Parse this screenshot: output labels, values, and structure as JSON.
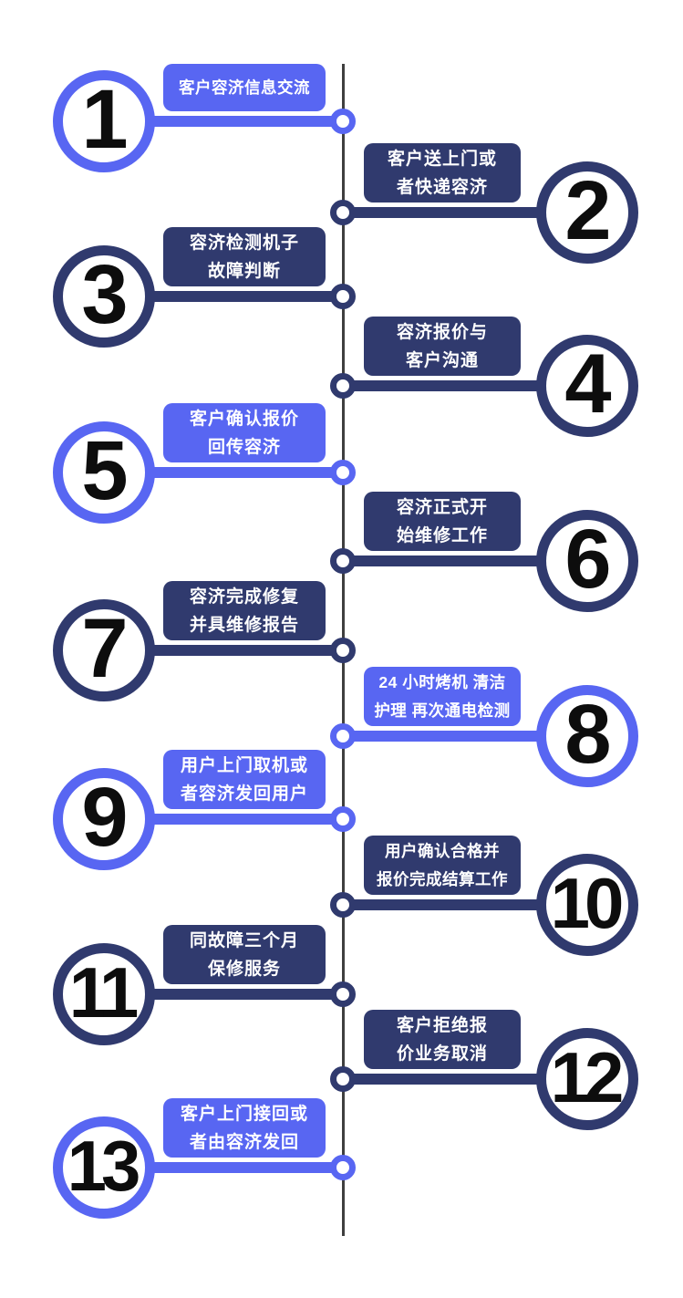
{
  "diagram": {
    "kind": "vertical-timeline-flowchart",
    "steps_total": 13
  },
  "palette": {
    "accent_light": "#5866F2",
    "accent_dark": "#303A6E",
    "timeline_line": "#3F3F3F",
    "number_color": "#0D0D0D",
    "label_text": "#FFFFFF",
    "background": "#FFFFFF"
  },
  "steps": [
    {
      "number": "1",
      "variant": "light",
      "side": "left",
      "lines": [
        "客户容济信息交流"
      ]
    },
    {
      "number": "2",
      "variant": "dark",
      "side": "right",
      "lines": [
        "客户送上门或",
        "者快递容济"
      ]
    },
    {
      "number": "3",
      "variant": "dark",
      "side": "left",
      "lines": [
        "容济检测机子",
        "故障判断"
      ]
    },
    {
      "number": "4",
      "variant": "dark",
      "side": "right",
      "lines": [
        "容济报价与",
        "客户沟通"
      ]
    },
    {
      "number": "5",
      "variant": "light",
      "side": "left",
      "lines": [
        "客户确认报价",
        "回传容济"
      ]
    },
    {
      "number": "6",
      "variant": "dark",
      "side": "right",
      "lines": [
        "容济正式开",
        "始维修工作"
      ]
    },
    {
      "number": "7",
      "variant": "dark",
      "side": "left",
      "lines": [
        "容济完成修复",
        "并具维修报告"
      ]
    },
    {
      "number": "8",
      "variant": "light",
      "side": "right",
      "lines": [
        "24 小时烤机 清洁",
        "护理 再次通电检测"
      ]
    },
    {
      "number": "9",
      "variant": "light",
      "side": "left",
      "lines": [
        "用户上门取机或",
        "者容济发回用户"
      ]
    },
    {
      "number": "10",
      "variant": "dark",
      "side": "right",
      "lines": [
        "用户确认合格并",
        "报价完成结算工作"
      ]
    },
    {
      "number": "11",
      "variant": "dark",
      "side": "left",
      "lines": [
        "同故障三个月",
        "保修服务"
      ]
    },
    {
      "number": "12",
      "variant": "dark",
      "side": "right",
      "lines": [
        "客户拒绝报",
        "价业务取消"
      ]
    },
    {
      "number": "13",
      "variant": "light",
      "side": "left",
      "lines": [
        "客户上门接回或",
        "者由容济发回"
      ]
    }
  ]
}
